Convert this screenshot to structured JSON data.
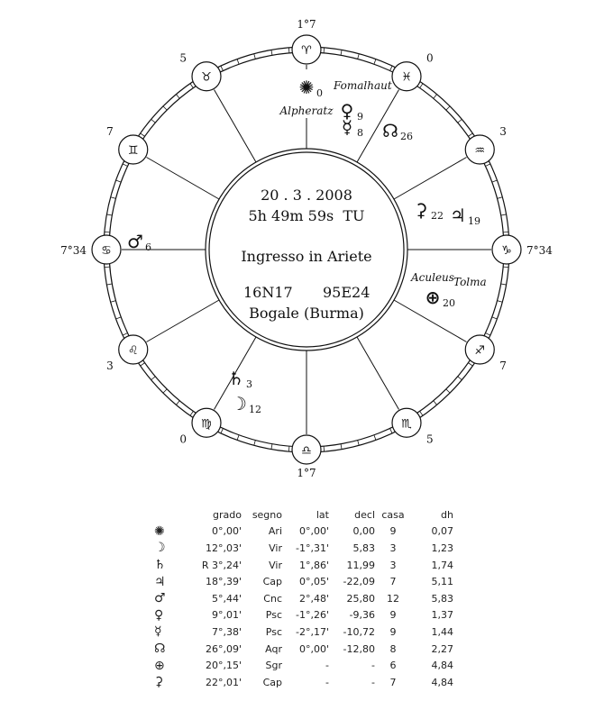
{
  "chart": {
    "date": "20 . 3 . 2008",
    "time": "5h 49m 59s  TU",
    "event": "Ingresso in Ariete",
    "lat": "16N17",
    "lon": "95E24",
    "place": "Bogale (Burma)",
    "signs": [
      {
        "name": "aries",
        "glyph": "♈",
        "cusp": "1°7"
      },
      {
        "name": "pisces",
        "glyph": "♓",
        "cusp": "0"
      },
      {
        "name": "aquarius",
        "glyph": "♒",
        "cusp": "3"
      },
      {
        "name": "capricorn",
        "glyph": "♑",
        "cusp": "7°34"
      },
      {
        "name": "sagittarius",
        "glyph": "♐",
        "cusp": "7"
      },
      {
        "name": "scorpio",
        "glyph": "♏",
        "cusp": "5"
      },
      {
        "name": "libra",
        "glyph": "♎",
        "cusp": "1°7"
      },
      {
        "name": "virgo",
        "glyph": "♍",
        "cusp": "0"
      },
      {
        "name": "leo",
        "glyph": "♌",
        "cusp": "3"
      },
      {
        "name": "cancer",
        "glyph": "♋",
        "cusp": "7°34"
      },
      {
        "name": "gemini",
        "glyph": "♊",
        "cusp": "7"
      },
      {
        "name": "taurus",
        "glyph": "♉",
        "cusp": "5"
      }
    ],
    "stars": {
      "alpheratz": "Alpheratz",
      "fomalhaut": "Fomalhaut",
      "aculeus": "Aculeus",
      "tolma": "Tolma"
    },
    "planets": {
      "sun": {
        "glyph": "✺",
        "deg": "0"
      },
      "venus": {
        "glyph": "♀",
        "deg": "9"
      },
      "mercury": {
        "glyph": "☿",
        "deg": "8"
      },
      "node": {
        "glyph": "☊",
        "deg": "26"
      },
      "proserpina": {
        "glyph": "⚳",
        "deg": "22"
      },
      "jupiter": {
        "glyph": "♃",
        "deg": "19"
      },
      "earth": {
        "glyph": "⊕",
        "deg": "20"
      },
      "mars": {
        "glyph": "♂",
        "deg": "6"
      },
      "saturn": {
        "glyph": "♄",
        "deg": "3"
      },
      "moon": {
        "glyph": "☽",
        "deg": "12"
      }
    }
  },
  "table": {
    "headers": [
      "grado",
      "segno",
      "lat",
      "decl",
      "casa",
      "dh"
    ],
    "rows": [
      {
        "sym": "✺",
        "name": "sun",
        "grado": "0°,00'",
        "segno": "Ari",
        "lat": "0°,00'",
        "decl": "0,00",
        "casa": "9",
        "dh": "0,07"
      },
      {
        "sym": "☽",
        "name": "moon",
        "grado": "12°,03'",
        "segno": "Vir",
        "lat": "-1°,31'",
        "decl": "5,83",
        "casa": "3",
        "dh": "1,23"
      },
      {
        "sym": "♄",
        "name": "saturn",
        "grado": "R 3°,24'",
        "segno": "Vir",
        "lat": "1°,86'",
        "decl": "11,99",
        "casa": "3",
        "dh": "1,74"
      },
      {
        "sym": "♃",
        "name": "jupiter",
        "grado": "18°,39'",
        "segno": "Cap",
        "lat": "0°,05'",
        "decl": "-22,09",
        "casa": "7",
        "dh": "5,11"
      },
      {
        "sym": "♂",
        "name": "mars",
        "grado": "5°,44'",
        "segno": "Cnc",
        "lat": "2°,48'",
        "decl": "25,80",
        "casa": "12",
        "dh": "5,83"
      },
      {
        "sym": "♀",
        "name": "venus",
        "grado": "9°,01'",
        "segno": "Psc",
        "lat": "-1°,26'",
        "decl": "-9,36",
        "casa": "9",
        "dh": "1,37"
      },
      {
        "sym": "☿",
        "name": "mercury",
        "grado": "7°,38'",
        "segno": "Psc",
        "lat": "-2°,17'",
        "decl": "-10,72",
        "casa": "9",
        "dh": "1,44"
      },
      {
        "sym": "☊",
        "name": "node",
        "grado": "26°,09'",
        "segno": "Aqr",
        "lat": "0°,00'",
        "decl": "-12,80",
        "casa": "8",
        "dh": "2,27"
      },
      {
        "sym": "⊕",
        "name": "earth",
        "grado": "20°,15'",
        "segno": "Sgr",
        "lat": "-",
        "decl": "-",
        "casa": "6",
        "dh": "4,84"
      },
      {
        "sym": "⚳",
        "name": "proserpina",
        "grado": "22°,01'",
        "segno": "Cap",
        "lat": "-",
        "decl": "-",
        "casa": "7",
        "dh": "4,84"
      }
    ]
  }
}
